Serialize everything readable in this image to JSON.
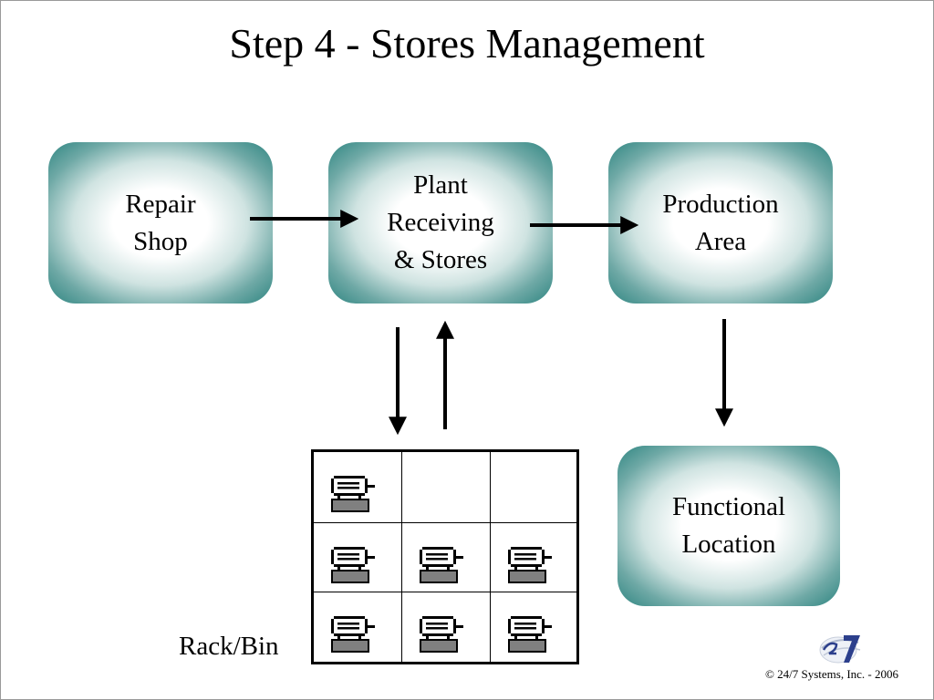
{
  "title": "Step 4 - Stores Management",
  "boxes": {
    "repair": "Repair\nShop",
    "plant": "Plant\nReceiving\n& Stores",
    "production": "Production\nArea",
    "functional": "Functional\nLocation"
  },
  "rack": {
    "label": "Rack/Bin",
    "cells": [
      [
        true,
        false,
        false
      ],
      [
        true,
        true,
        true
      ],
      [
        true,
        true,
        true
      ]
    ]
  },
  "colors": {
    "box_edge": "#2e8581",
    "box_center": "#ffffff"
  },
  "icons": {
    "part": "part-icon",
    "logo": "logo-icon"
  },
  "footer": {
    "copyright": "© 24/7 Systems, Inc. - 2006"
  }
}
